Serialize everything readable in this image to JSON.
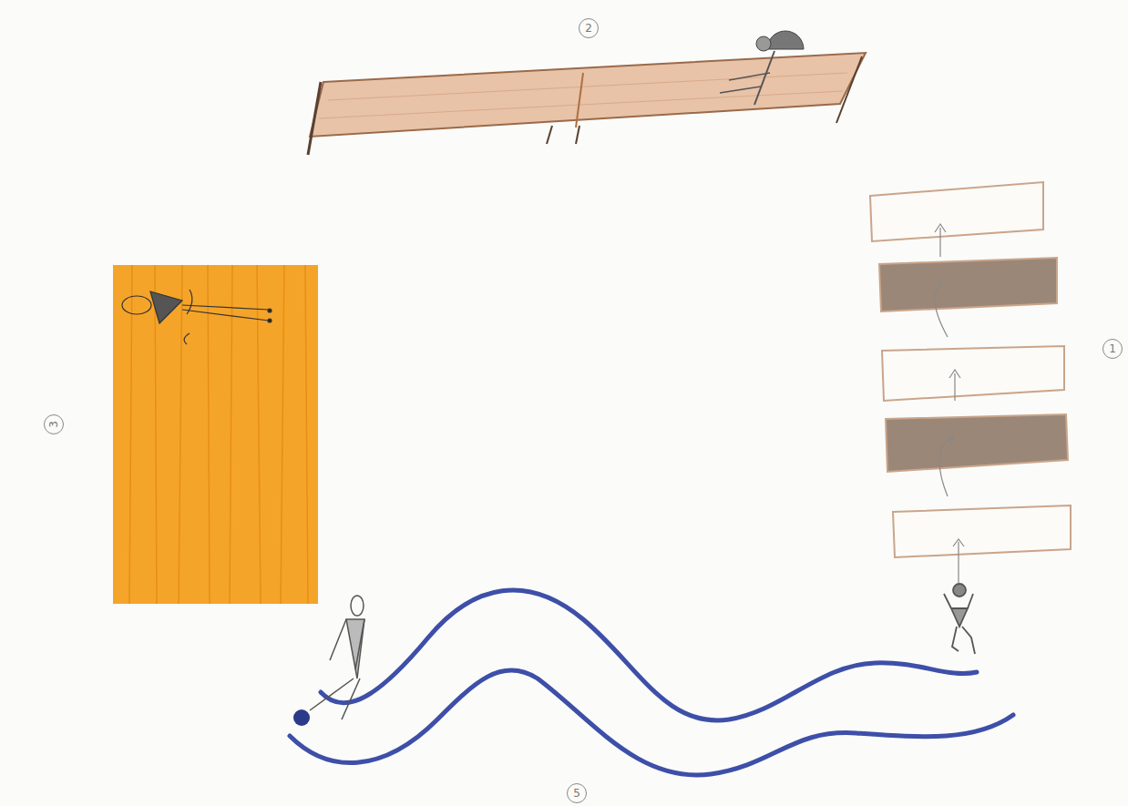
{
  "diagram": {
    "labels": [
      "2",
      "1",
      "3",
      "5"
    ]
  }
}
